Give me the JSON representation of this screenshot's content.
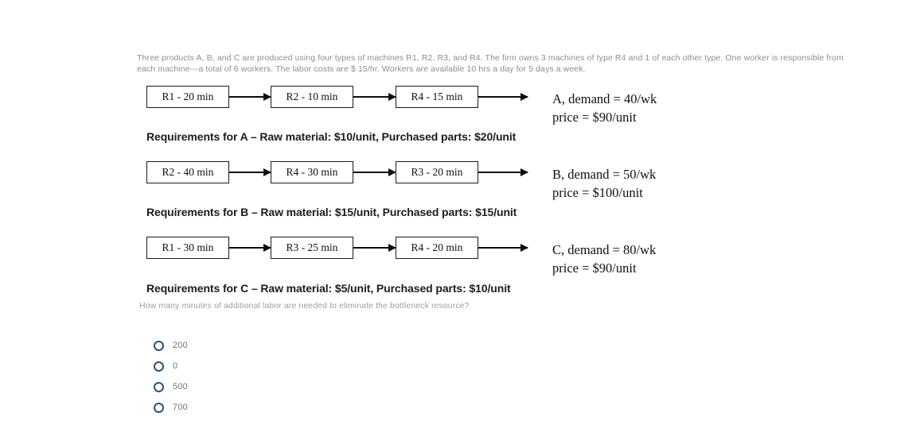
{
  "intro": {
    "text": "Three products A, B, and C are produced using four types of machines R1, R2, R3, and R4. The firm owns 3 machines of type R4 and 1 of each other type. One worker is responsible from each machine---a total of 6 workers. The labor costs are $ 15/hr. Workers are available 10 hrs a day for 5 days a week."
  },
  "flows": [
    {
      "steps": [
        "R1 - 20 min",
        "R2 - 10 min",
        "R4 - 15 min"
      ],
      "output_line1": "A, demand = 40/wk",
      "output_line2": "price = $90/unit",
      "requirements": "Requirements for A – Raw material: $10/unit, Purchased parts:  $20/unit"
    },
    {
      "steps": [
        "R2 - 40 min",
        "R4 - 30 min",
        "R3 - 20 min"
      ],
      "output_line1": "B, demand = 50/wk",
      "output_line2": "price = $100/unit",
      "requirements": "Requirements for B – Raw material: $15/unit, Purchased parts:  $15/unit"
    },
    {
      "steps": [
        "R1 - 30 min",
        "R3 - 25 min",
        "R4 - 20 min"
      ],
      "output_line1": "C, demand = 80/wk",
      "output_line2": "price = $90/unit",
      "requirements": "Requirements for C – Raw material: $5/unit, Purchased parts:  $10/unit"
    }
  ],
  "question": {
    "prompt": "How many minutes of additional labor are needed to eliminate the bottleneck resource?"
  },
  "options": [
    {
      "label": "200",
      "selected": false
    },
    {
      "label": "0",
      "selected": false
    },
    {
      "label": "500",
      "selected": false
    },
    {
      "label": "700",
      "selected": false
    }
  ],
  "colors": {
    "radio_ring": "#2f5178",
    "body_text": "#111111",
    "muted_text": "#8a8f94",
    "box_border": "#1a1a1a"
  }
}
